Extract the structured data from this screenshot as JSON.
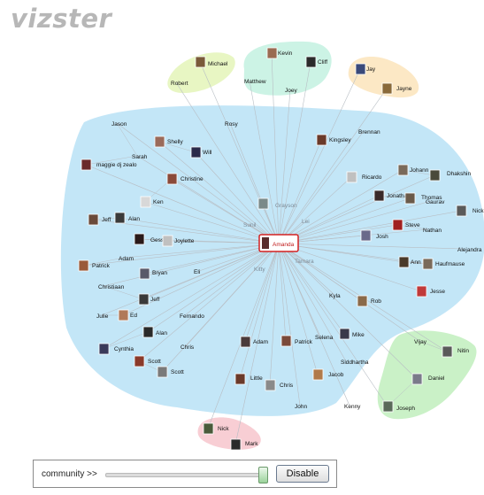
{
  "app": {
    "logo": "vizster"
  },
  "colors": {
    "main_cluster": "#bde3f6",
    "cluster_green_light": "#e6f5bc",
    "cluster_mint": "#c6f2e2",
    "cluster_peach": "#fce5bf",
    "cluster_green": "#c4efc1",
    "cluster_pink": "#f7c9cf",
    "edge": "#b8bec4",
    "focus_border": "#d32020"
  },
  "focus": {
    "name": "Amanda",
    "icon": "profile-photo-icon"
  },
  "people": [
    {
      "name": "Robert"
    },
    {
      "name": "Michael"
    },
    {
      "name": "Kevin"
    },
    {
      "name": "Cliff"
    },
    {
      "name": "Matthew"
    },
    {
      "name": "Joey"
    },
    {
      "name": "Jay"
    },
    {
      "name": "Jayne"
    },
    {
      "name": "Jason"
    },
    {
      "name": "Rosy"
    },
    {
      "name": "Brennan"
    },
    {
      "name": "Shelly"
    },
    {
      "name": "Kingsley"
    },
    {
      "name": "Sarah"
    },
    {
      "name": "Will"
    },
    {
      "name": "maggie dj zealo"
    },
    {
      "name": "Christine"
    },
    {
      "name": "Ricardo"
    },
    {
      "name": "Johann"
    },
    {
      "name": "Dhakshin"
    },
    {
      "name": "Ken"
    },
    {
      "name": "Grayson"
    },
    {
      "name": "Jonathan"
    },
    {
      "name": "Thomas"
    },
    {
      "name": "Gaurav"
    },
    {
      "name": "Nick"
    },
    {
      "name": "Jeff"
    },
    {
      "name": "Alan"
    },
    {
      "name": "Sunil"
    },
    {
      "name": "Lei"
    },
    {
      "name": "Steve"
    },
    {
      "name": "Nathan"
    },
    {
      "name": "Gess"
    },
    {
      "name": "Joylette"
    },
    {
      "name": "Josh"
    },
    {
      "name": "Alejandra"
    },
    {
      "name": "Adam"
    },
    {
      "name": "Patrick"
    },
    {
      "name": "Tamara"
    },
    {
      "name": "Ann"
    },
    {
      "name": "Haufmause"
    },
    {
      "name": "Bryan"
    },
    {
      "name": "Eli"
    },
    {
      "name": "Kitty"
    },
    {
      "name": "Christiaan"
    },
    {
      "name": "Jesse"
    },
    {
      "name": "Jeff"
    },
    {
      "name": "Kyla"
    },
    {
      "name": "Rob"
    },
    {
      "name": "Julie"
    },
    {
      "name": "Ed"
    },
    {
      "name": "Fernando"
    },
    {
      "name": "Alan"
    },
    {
      "name": "Mike"
    },
    {
      "name": "Adam"
    },
    {
      "name": "Patrick"
    },
    {
      "name": "Selena"
    },
    {
      "name": "Vijay"
    },
    {
      "name": "Cynthia"
    },
    {
      "name": "Chris"
    },
    {
      "name": "Nitin"
    },
    {
      "name": "Scott"
    },
    {
      "name": "Siddhartha"
    },
    {
      "name": "Scott"
    },
    {
      "name": "Little"
    },
    {
      "name": "Jacob"
    },
    {
      "name": "Daniel"
    },
    {
      "name": "Chris"
    },
    {
      "name": "John"
    },
    {
      "name": "Kenny"
    },
    {
      "name": "Joseph"
    },
    {
      "name": "Nick"
    },
    {
      "name": "Mark"
    }
  ],
  "controls": {
    "community_label": "community >>",
    "slider_value": 0.98,
    "disable_label": "Disable"
  }
}
